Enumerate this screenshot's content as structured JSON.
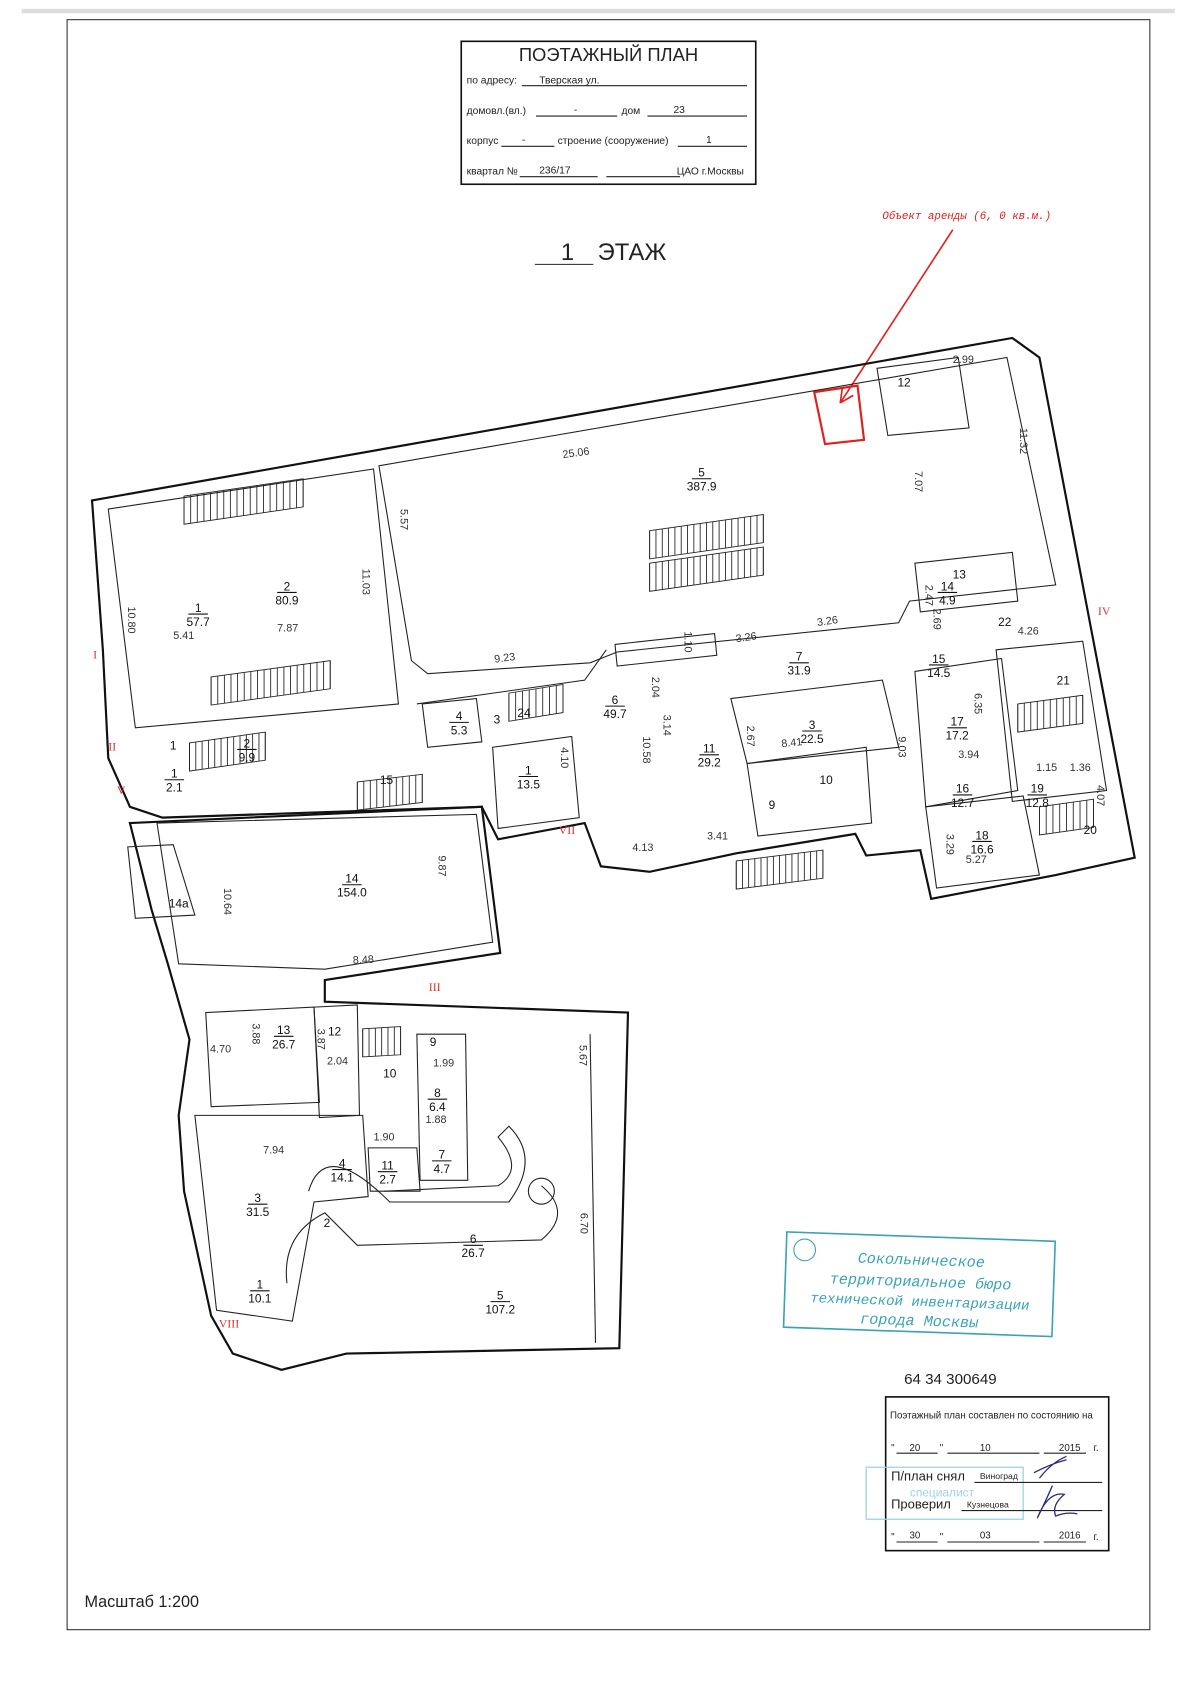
{
  "header": {
    "title": "ПОЭТАЖНЫЙ ПЛАН",
    "address_label": "по адресу:",
    "address_value": "Тверская ул.",
    "domovl_label": "домовл.(вл.)",
    "domovl_value": "-",
    "dom_label": "дом",
    "dom_value": "23",
    "korpus_label": "корпус",
    "korpus_value": "-",
    "stroenie_label": "строение (сооружение)",
    "stroenie_value": "1",
    "kvartal_label": "квартал №",
    "kvartal_value": "236/17",
    "district": "ЦАО г.Москвы"
  },
  "floor": {
    "number": "1",
    "label": "ЭТАЖ"
  },
  "annotation": {
    "text": "Объект аренды (6, 0 кв.м.)",
    "color": "#e0201c"
  },
  "rooms": [
    {
      "n": "1",
      "area": "57.7"
    },
    {
      "n": "2",
      "area": "80.9"
    },
    {
      "n": "5",
      "area": "387.9"
    },
    {
      "n": "7",
      "area": "31.9"
    },
    {
      "n": "6",
      "area": "49.7"
    },
    {
      "n": "3",
      "area": "22.5"
    },
    {
      "n": "11",
      "area": "29.2"
    },
    {
      "n": "4",
      "area": "5.3"
    },
    {
      "n": "1",
      "area": "13.5"
    },
    {
      "n": "14",
      "area": "4.9"
    },
    {
      "n": "15",
      "area": "14.5"
    },
    {
      "n": "17",
      "area": "17.2"
    },
    {
      "n": "16",
      "area": "12.7"
    },
    {
      "n": "19",
      "area": "12.8"
    },
    {
      "n": "18",
      "area": "16.6"
    },
    {
      "n": "1",
      "area": "2.1"
    },
    {
      "n": "2",
      "area": "9.9"
    },
    {
      "n": "14",
      "area": "154.0"
    },
    {
      "n": "13",
      "area": "26.7"
    },
    {
      "n": "8",
      "area": "6.4"
    },
    {
      "n": "7",
      "area": "4.7"
    },
    {
      "n": "11",
      "area": "2.7"
    },
    {
      "n": "4",
      "area": "14.1"
    },
    {
      "n": "3",
      "area": "31.5"
    },
    {
      "n": "6",
      "area": "26.7"
    },
    {
      "n": "1",
      "area": "10.1"
    },
    {
      "n": "5",
      "area": "107.2"
    }
  ],
  "room_numbers": [
    "21",
    "22",
    "20",
    "13",
    "12",
    "10",
    "9",
    "1",
    "15",
    "14а",
    "12",
    "10",
    "9",
    "2",
    "3",
    "24"
  ],
  "dimensions": [
    "25.06",
    "5.57",
    "11.03",
    "10.80",
    "5.41",
    "7.87",
    "9.23",
    "7.07",
    "11.32",
    "2.99",
    "3.26",
    "3.26",
    "1.10",
    "2.04",
    "3.14",
    "10.58",
    "4.10",
    "2.67",
    "8.41",
    "9.03",
    "6.35",
    "3.94",
    "1.15",
    "1.36",
    "4.07",
    "3.29",
    "5.27",
    "4.13",
    "3.41",
    "9.87",
    "10.64",
    "8.48",
    "4.26",
    "2.47",
    "2.69",
    "3.88",
    "4.70",
    "3.87",
    "2.04",
    "1.99",
    "1.88",
    "1.90",
    "7.94",
    "5.67",
    "6.70"
  ],
  "axes": [
    "I",
    "II",
    "V",
    "VII",
    "III",
    "IV",
    "VIII"
  ],
  "stamp": {
    "lines": [
      "Сокольническое",
      "территориальное бюро",
      "технической инвентаризации",
      "города Москвы"
    ],
    "color": "#3aa3b8"
  },
  "inventory_number": "64 34 300649",
  "certification": {
    "title": "Поэтажный план составлен по состоянию на",
    "date1_day": "20",
    "date1_month": "10",
    "date1_year": "2015",
    "year_suffix": "г.",
    "taken_label": "П/план снял",
    "taken_by": "Виноград",
    "checked_label": "Проверил",
    "checked_by": "Кузнецова",
    "date2_day": "30",
    "date2_month": "03",
    "date2_year": "2016",
    "specialist_stamp": "специалист"
  },
  "scale": "Масштаб 1:200"
}
